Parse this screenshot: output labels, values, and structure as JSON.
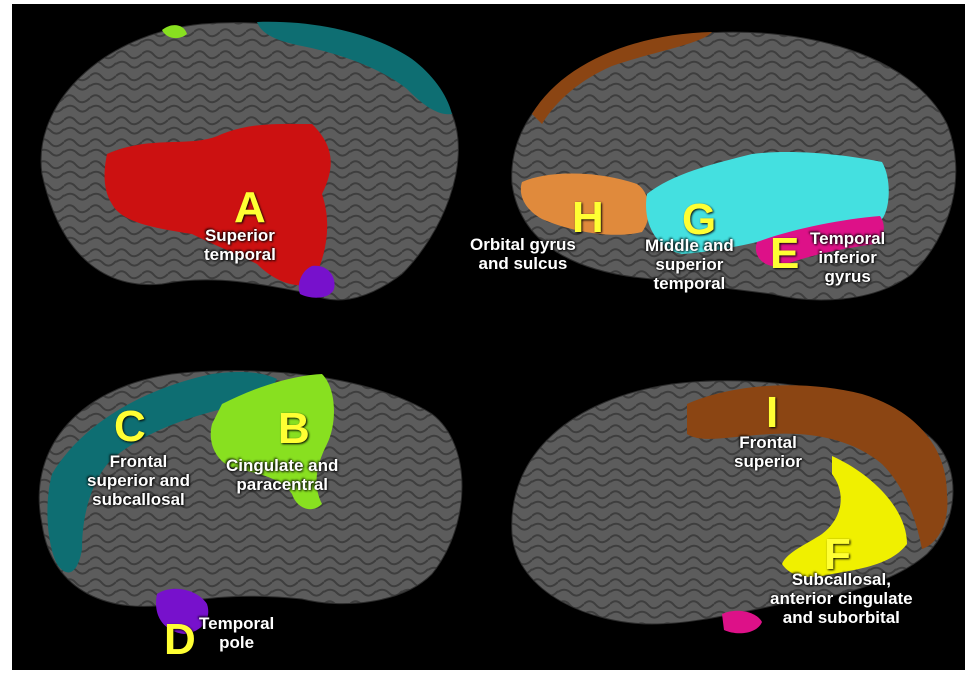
{
  "regions": {
    "A": {
      "letter": "A",
      "lines": [
        "Superior",
        "temporal"
      ],
      "color": "#cc1111"
    },
    "B": {
      "letter": "B",
      "lines": [
        "Cingulate and",
        "paracentral"
      ],
      "color": "#88e020"
    },
    "C": {
      "letter": "C",
      "lines": [
        "Frontal",
        "superior and",
        "subcallosal"
      ],
      "color": "#0e6e72"
    },
    "D": {
      "letter": "D",
      "lines": [
        "Temporal",
        "pole"
      ],
      "color": "#7711cc"
    },
    "E": {
      "letter": "E",
      "lines": [
        "Temporal",
        "inferior",
        "gyrus"
      ],
      "color": "#dd1188"
    },
    "F": {
      "letter": "F",
      "lines": [
        "Subcallosal,",
        "anterior cingulate",
        "and suborbital"
      ],
      "color": "#f0f000"
    },
    "G": {
      "letter": "G",
      "lines": [
        "Middle and",
        "superior",
        "temporal"
      ],
      "color": "#44e0e0"
    },
    "H": {
      "letter": "H",
      "lines": [
        "Orbital gyrus",
        "and sulcus"
      ],
      "color": "#e08a3c"
    },
    "I": {
      "letter": "I",
      "lines": [
        "Frontal",
        "superior"
      ],
      "color": "#8b4513"
    }
  },
  "colors": {
    "brain": "#5a5a5a",
    "background": "#000000",
    "letter": "#ffff33",
    "label": "#ffffff"
  }
}
